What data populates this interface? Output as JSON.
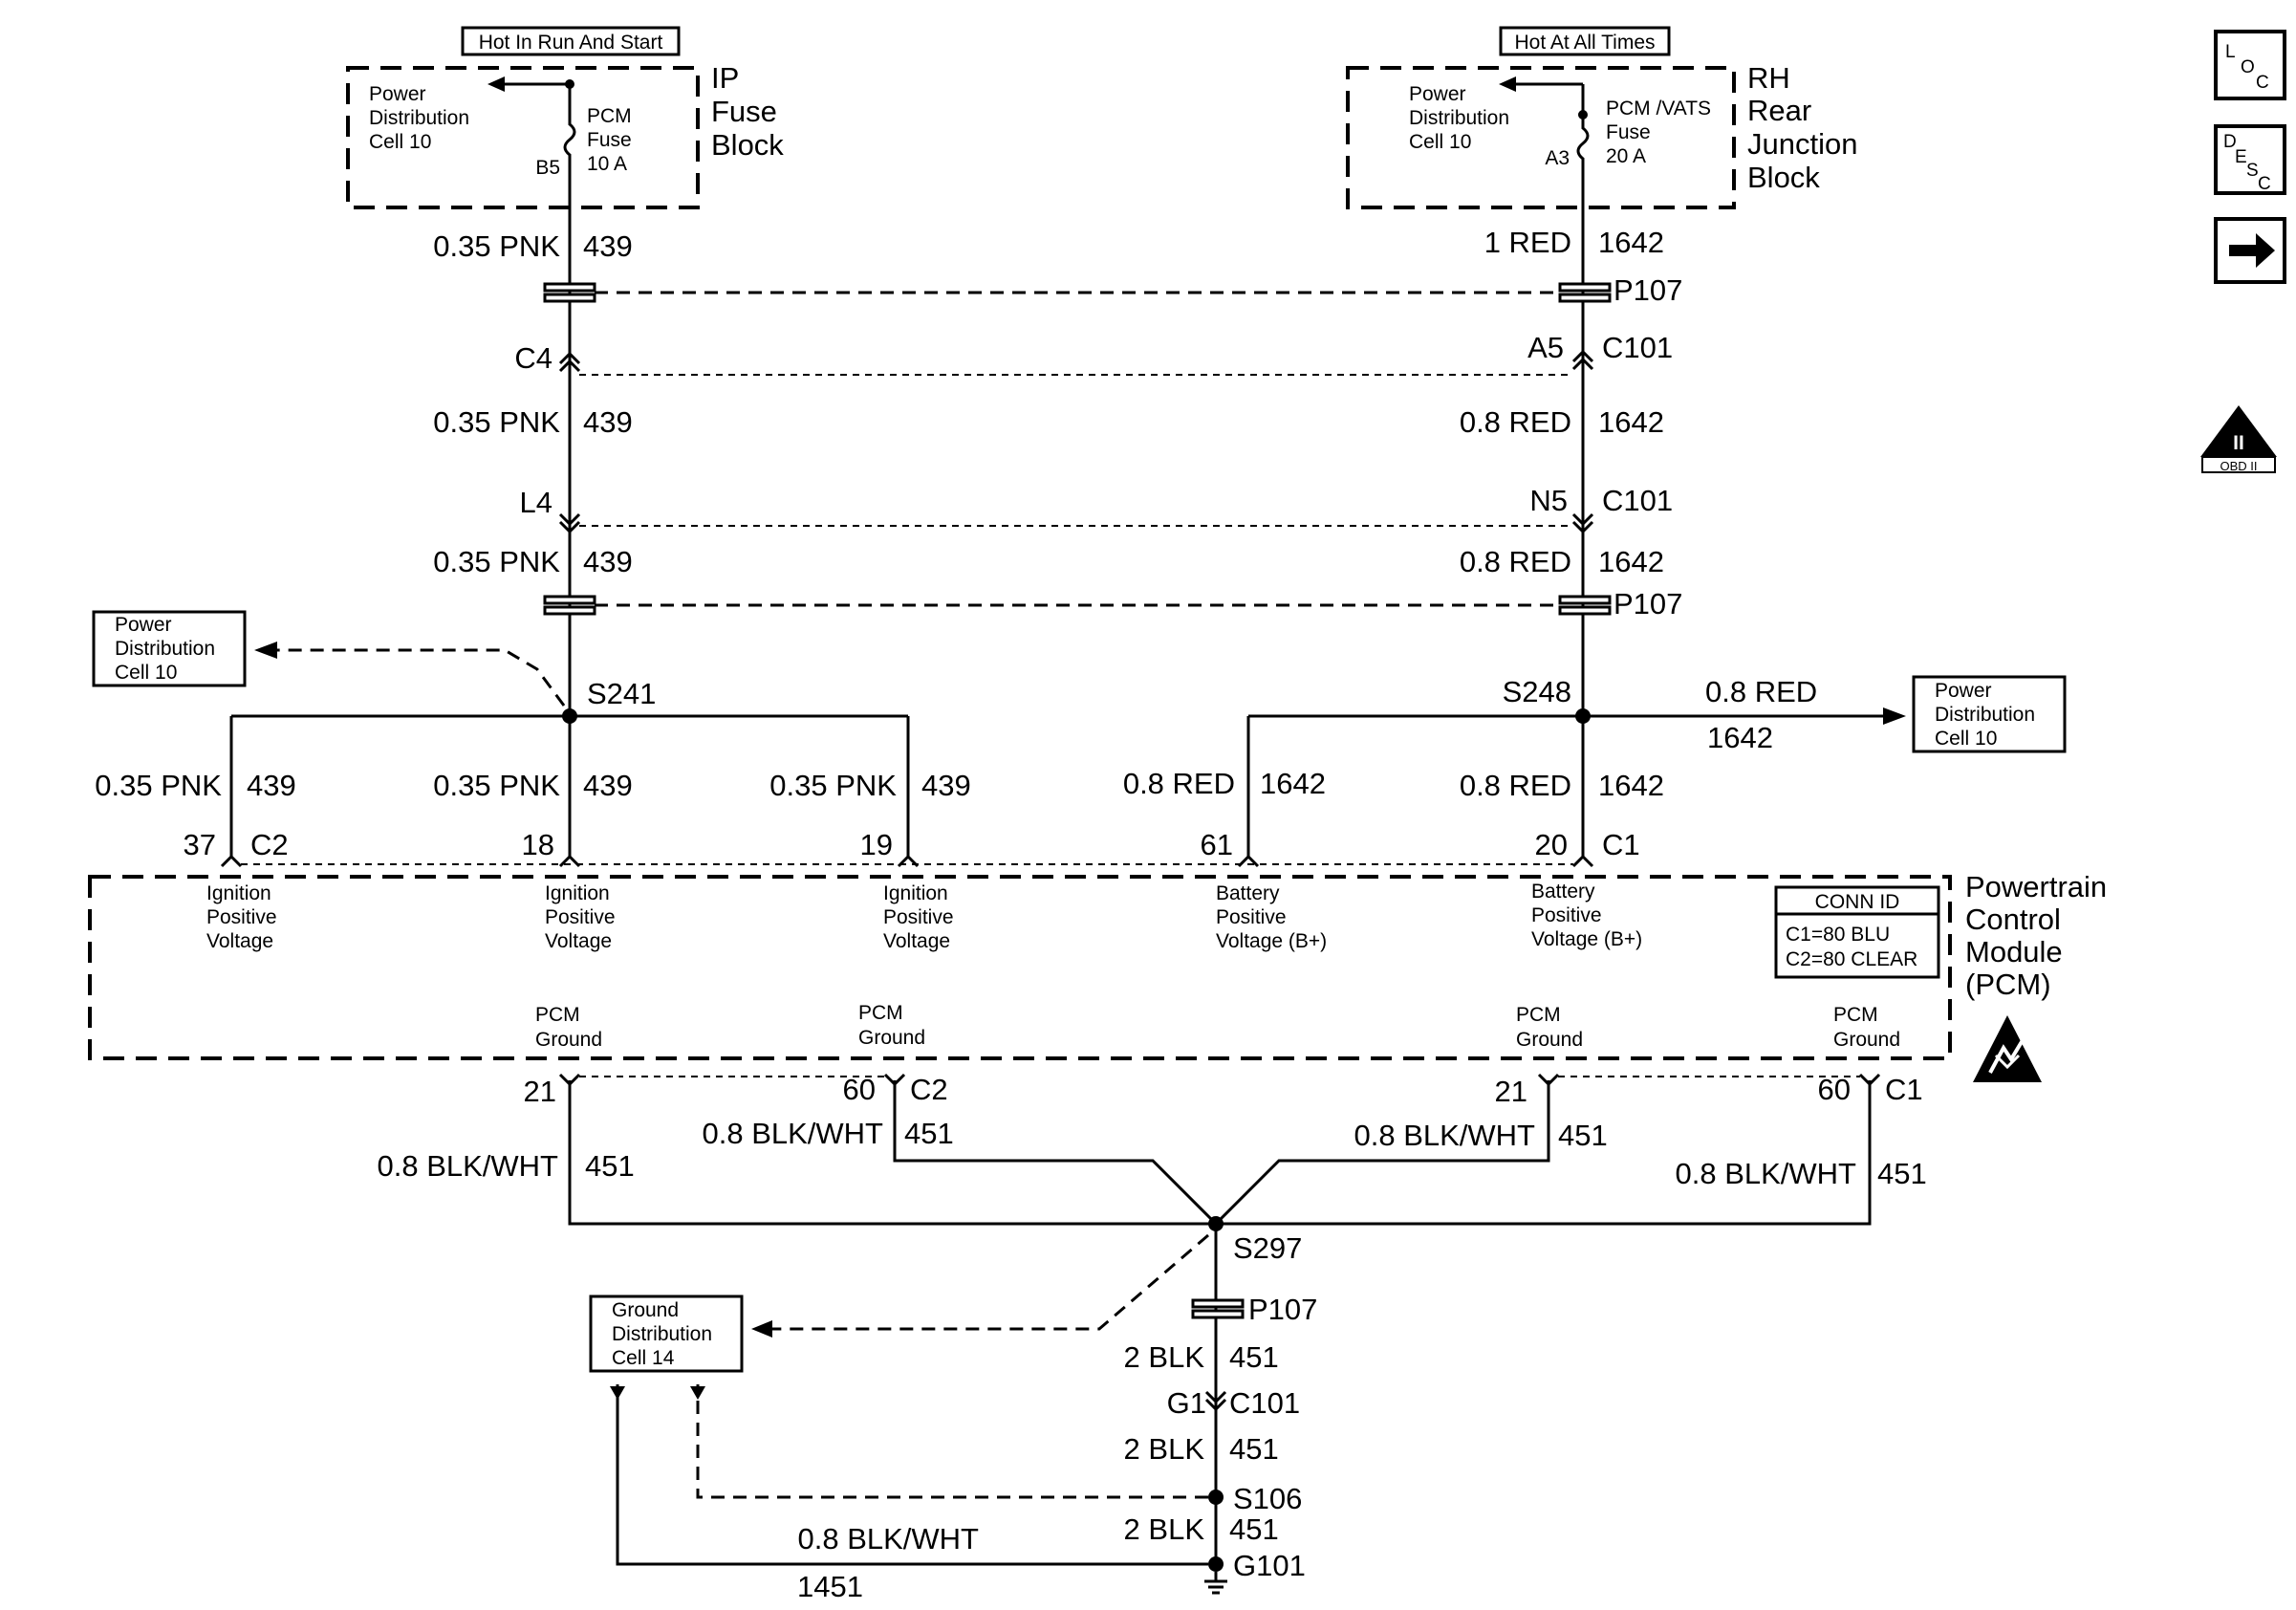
{
  "supply": {
    "left_tag": "Hot In Run And Start",
    "right_tag": "Hot At All Times",
    "left_inner": [
      "Power",
      "Distribution",
      "Cell 10"
    ],
    "right_inner": [
      "Power",
      "Distribution",
      "Cell 10"
    ],
    "left_fuse": [
      "PCM",
      "Fuse",
      "10 A"
    ],
    "right_fuse": [
      "PCM /VATS",
      "Fuse",
      "20 A"
    ],
    "left_pin": "B5",
    "right_pin": "A3",
    "left_block": [
      "IP",
      "Fuse",
      "Block"
    ],
    "right_block": [
      "RH",
      "Rear",
      "Junction",
      "Block"
    ]
  },
  "left_wire": {
    "s1_gauge": "0.35 PNK",
    "s1_circuit": "439",
    "conn_a_pin": "C4",
    "s2_gauge": "0.35 PNK",
    "s2_circuit": "439",
    "conn_b_pin": "L4",
    "s3_gauge": "0.35 PNK",
    "s3_circuit": "439",
    "splice": "S241"
  },
  "right_wire": {
    "s1_gauge": "1 RED",
    "s1_circuit": "1642",
    "p107_top": "P107",
    "conn_a_pin": "A5",
    "conn_a_name": "C101",
    "s2_gauge": "0.8 RED",
    "s2_circuit": "1642",
    "conn_b_pin": "N5",
    "conn_b_name": "C101",
    "s3_gauge": "0.8 RED",
    "s3_circuit": "1642",
    "p107_bot": "P107",
    "splice": "S248",
    "branch_gauge": "0.8 RED",
    "branch_circuit": "1642"
  },
  "left_ref_box": [
    "Power",
    "Distribution",
    "Cell 10"
  ],
  "right_ref_box": [
    "Power",
    "Distribution",
    "Cell 10"
  ],
  "pcm_inputs": [
    {
      "gauge": "0.35 PNK",
      "circuit": "439",
      "pin": "37",
      "conn": "C2",
      "label": [
        "Ignition",
        "Positive",
        "Voltage"
      ]
    },
    {
      "gauge": "0.35 PNK",
      "circuit": "439",
      "pin": "18",
      "conn": "",
      "label": [
        "Ignition",
        "Positive",
        "Voltage"
      ]
    },
    {
      "gauge": "0.35 PNK",
      "circuit": "439",
      "pin": "19",
      "conn": "",
      "label": [
        "Ignition",
        "Positive",
        "Voltage"
      ]
    },
    {
      "gauge": "0.8 RED",
      "circuit": "1642",
      "pin": "61",
      "conn": "",
      "label": [
        "Battery",
        "Positive",
        "Voltage (B+)"
      ]
    },
    {
      "gauge": "0.8 RED",
      "circuit": "1642",
      "pin": "20",
      "conn": "C1",
      "label": [
        "Battery",
        "Positive",
        "Voltage (B+)"
      ]
    }
  ],
  "pcm": {
    "name": [
      "Powertrain",
      "Control",
      "Module",
      "(PCM)"
    ],
    "conn_id_title": "CONN ID",
    "conn_id_lines": [
      "C1=80 BLU",
      "C2=80 CLEAR"
    ]
  },
  "pcm_grounds": [
    {
      "label": [
        "PCM",
        "Ground"
      ],
      "pin": "21",
      "conn": "",
      "gauge": "0.8 BLK/WHT",
      "circuit": "451"
    },
    {
      "label": [
        "PCM",
        "Ground"
      ],
      "pin": "60",
      "conn": "C2",
      "gauge": "0.8 BLK/WHT",
      "circuit": "451"
    },
    {
      "label": [
        "PCM",
        "Ground"
      ],
      "pin": "21",
      "conn": "",
      "gauge": "0.8 BLK/WHT",
      "circuit": "451"
    },
    {
      "label": [
        "PCM",
        "Ground"
      ],
      "pin": "60",
      "conn": "C1",
      "gauge": "0.8 BLK/WHT",
      "circuit": "451"
    }
  ],
  "ground_path": {
    "splice": "S297",
    "p107": "P107",
    "g1_gauge": "2 BLK",
    "g1_circuit": "451",
    "conn_pin": "G1",
    "conn_name": "C101",
    "g2_gauge": "2 BLK",
    "g2_circuit": "451",
    "splice2": "S106",
    "g3_gauge": "2 BLK",
    "g3_circuit": "451",
    "ground": "G101",
    "return_gauge": "0.8 BLK/WHT",
    "return_circuit": "1451"
  },
  "ground_ref_box": [
    "Ground",
    "Distribution",
    "Cell 14"
  ],
  "side_icons": {
    "loc": [
      "L",
      "O",
      "C"
    ],
    "desc": [
      "D",
      "E",
      "S",
      "C"
    ],
    "obd": [
      "II",
      "OBD II"
    ]
  }
}
